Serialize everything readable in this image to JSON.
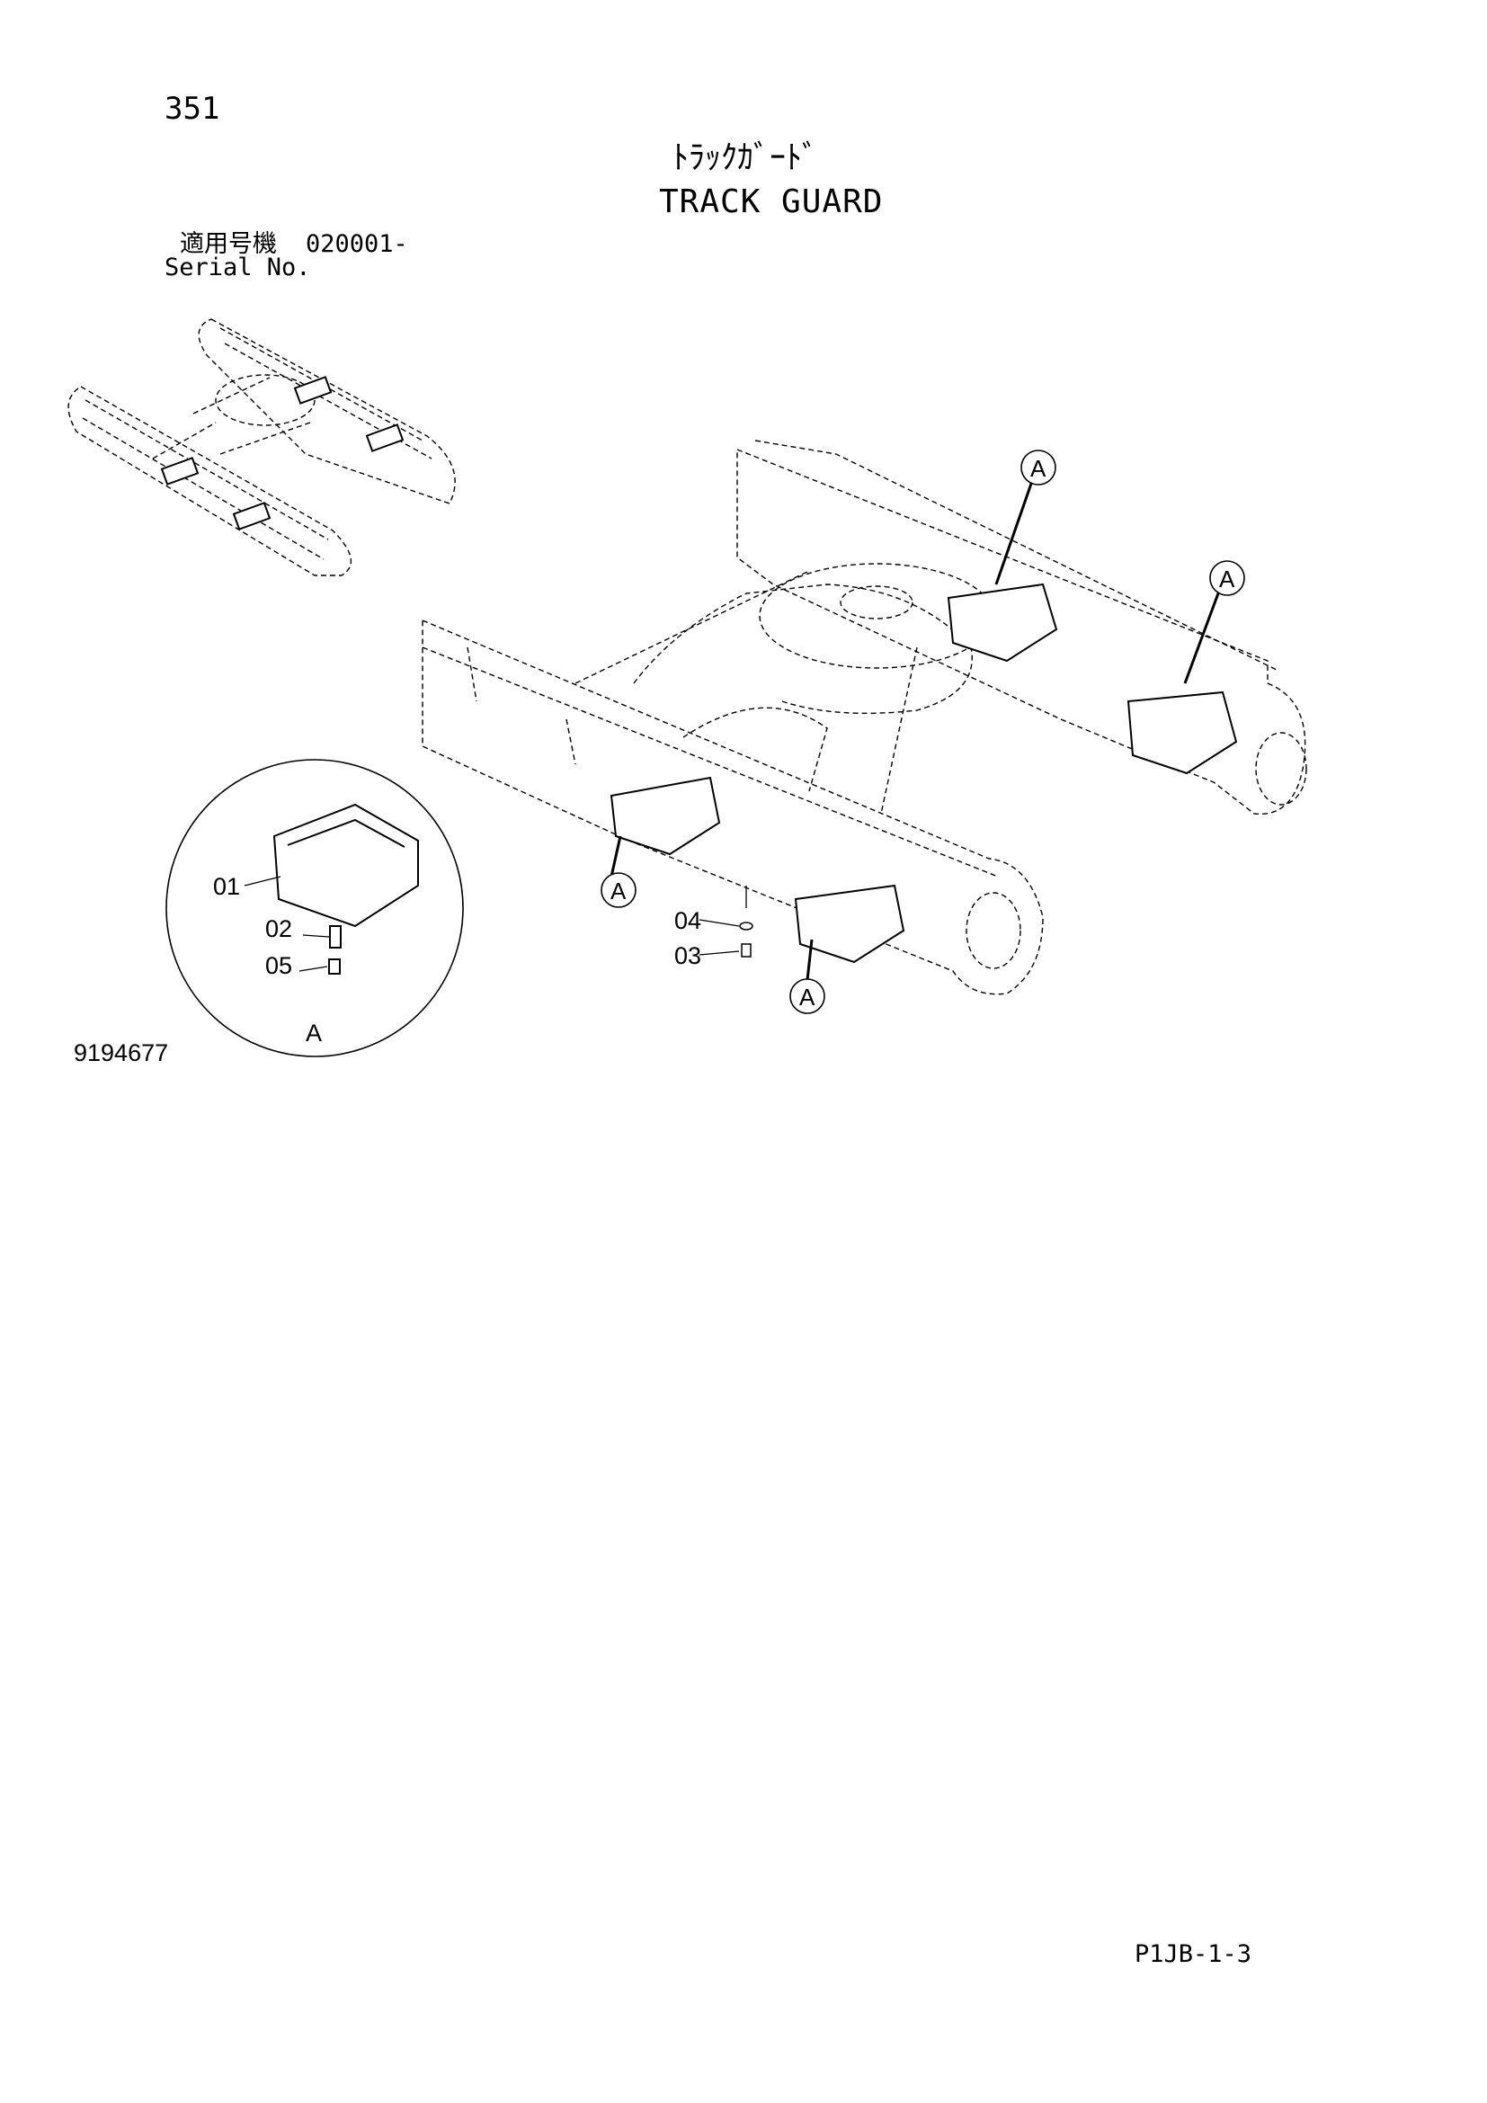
{
  "header": {
    "page_number": "351",
    "title_jp": "ﾄﾗｯｸｶﾞｰﾄﾞ",
    "title_en": "TRACK GUARD",
    "serial_label_jp": "適用号機",
    "serial_value": "020001-",
    "serial_label_en": "Serial No."
  },
  "diagram": {
    "detail_marker": "A",
    "callout": "A",
    "parts": [
      "01",
      "02",
      "03",
      "04",
      "05"
    ]
  },
  "footer": {
    "figure_number": "9194677",
    "page_code": "P1JB-1-3"
  }
}
